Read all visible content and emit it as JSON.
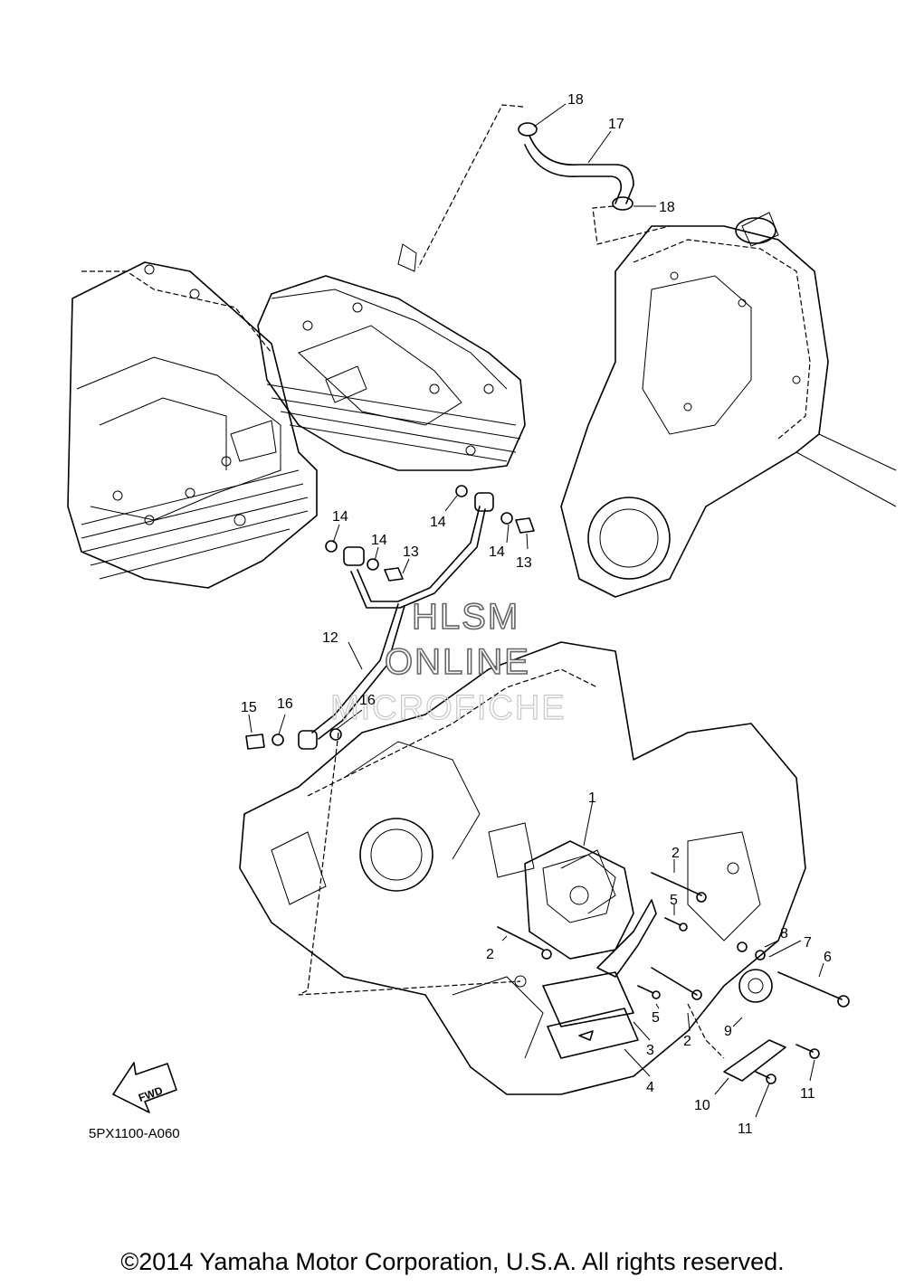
{
  "diagram": {
    "code": "5PX1100-A060",
    "fwd_label": "FWD",
    "watermark": [
      "HLSM",
      "ONLINE",
      "MICROFICHE"
    ],
    "callouts": [
      {
        "id": "c18a",
        "label": "18"
      },
      {
        "id": "c17",
        "label": "17"
      },
      {
        "id": "c18b",
        "label": "18"
      },
      {
        "id": "c14a",
        "label": "14"
      },
      {
        "id": "c14b",
        "label": "14"
      },
      {
        "id": "c13a",
        "label": "13"
      },
      {
        "id": "c14c",
        "label": "14"
      },
      {
        "id": "c14d",
        "label": "14"
      },
      {
        "id": "c13b",
        "label": "13"
      },
      {
        "id": "c12",
        "label": "12"
      },
      {
        "id": "c15",
        "label": "15"
      },
      {
        "id": "c16a",
        "label": "16"
      },
      {
        "id": "c16b",
        "label": "16"
      },
      {
        "id": "c1",
        "label": "1"
      },
      {
        "id": "c2a",
        "label": "2"
      },
      {
        "id": "c5a",
        "label": "5"
      },
      {
        "id": "c8",
        "label": "8"
      },
      {
        "id": "c7",
        "label": "7"
      },
      {
        "id": "c6",
        "label": "6"
      },
      {
        "id": "c2b",
        "label": "2"
      },
      {
        "id": "c5b",
        "label": "5"
      },
      {
        "id": "c2c",
        "label": "2"
      },
      {
        "id": "c9",
        "label": "9"
      },
      {
        "id": "c3",
        "label": "3"
      },
      {
        "id": "c4",
        "label": "4"
      },
      {
        "id": "c10",
        "label": "10"
      },
      {
        "id": "c11a",
        "label": "11"
      },
      {
        "id": "c11b",
        "label": "11"
      }
    ]
  },
  "footer": {
    "copyright": "©2014 Yamaha Motor Corporation, U.S.A. All rights reserved."
  }
}
